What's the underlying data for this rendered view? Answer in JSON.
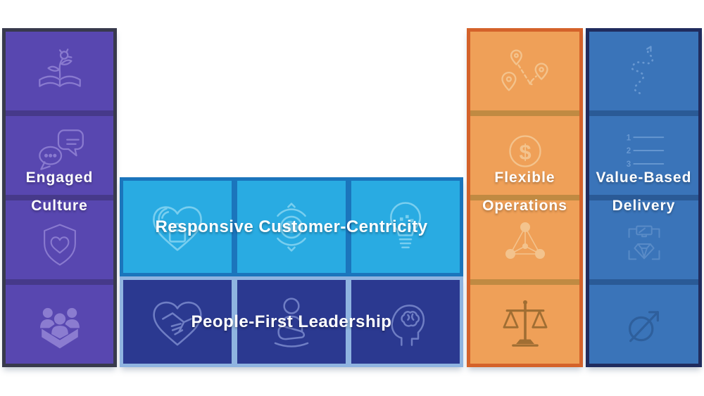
{
  "diagram_title": "Culture and operations building-blocks diagram",
  "palette": {
    "purple_fill": "#5847B0",
    "purple_border": "#383A4D",
    "purple_divider": "#46398A",
    "cyan_fill": "#29ABE2",
    "cyan_border": "#1B75BC",
    "navy_fill": "#2B3990",
    "navy_border": "#8FB4E0",
    "orange_fill": "#EFA058",
    "orange_border": "#D4622A",
    "orange_divider": "#C08A42",
    "blue_fill": "#3A74B9",
    "blue_border": "#202C5E",
    "blue_divider": "#2A5A96",
    "label_color": "#FFFFFF",
    "scales_icon_color": "#9A6A30",
    "compass_icon_color": "#2E5E9A"
  },
  "blocks": {
    "engaged_culture": {
      "label_line1": "Engaged",
      "label_line2": "Culture",
      "icons": [
        "book-flower-icon",
        "chat-bubbles-icon",
        "shield-heart-icon",
        "team-group-icon"
      ]
    },
    "responsive_customer_centricity": {
      "label": "Responsive Customer-Centricity",
      "icons": [
        "caring-heart-icon",
        "globe-cycle-icon",
        "lightbulb-icon"
      ]
    },
    "people_first_leadership": {
      "label": "People-First Leadership",
      "icons": [
        "handshake-heart-icon",
        "person-in-hand-icon",
        "head-brain-icon"
      ]
    },
    "flexible_operations": {
      "label_line1": "Flexible",
      "label_line2": "Operations",
      "icons": [
        "route-pins-icon",
        "dollar-coin-icon",
        "network-triangle-icon",
        "balance-scales-icon"
      ]
    },
    "value_based_delivery": {
      "label_line1": "Value-Based",
      "label_line2": "Delivery",
      "icons": [
        "winding-path-icon",
        "numbered-list-icon",
        "gem-machine-icon",
        "growth-compass-icon"
      ]
    }
  },
  "icon_glyphs": {
    "dollar": "$",
    "list_number_1": "1",
    "list_number_2": "2",
    "list_number_3": "3"
  }
}
